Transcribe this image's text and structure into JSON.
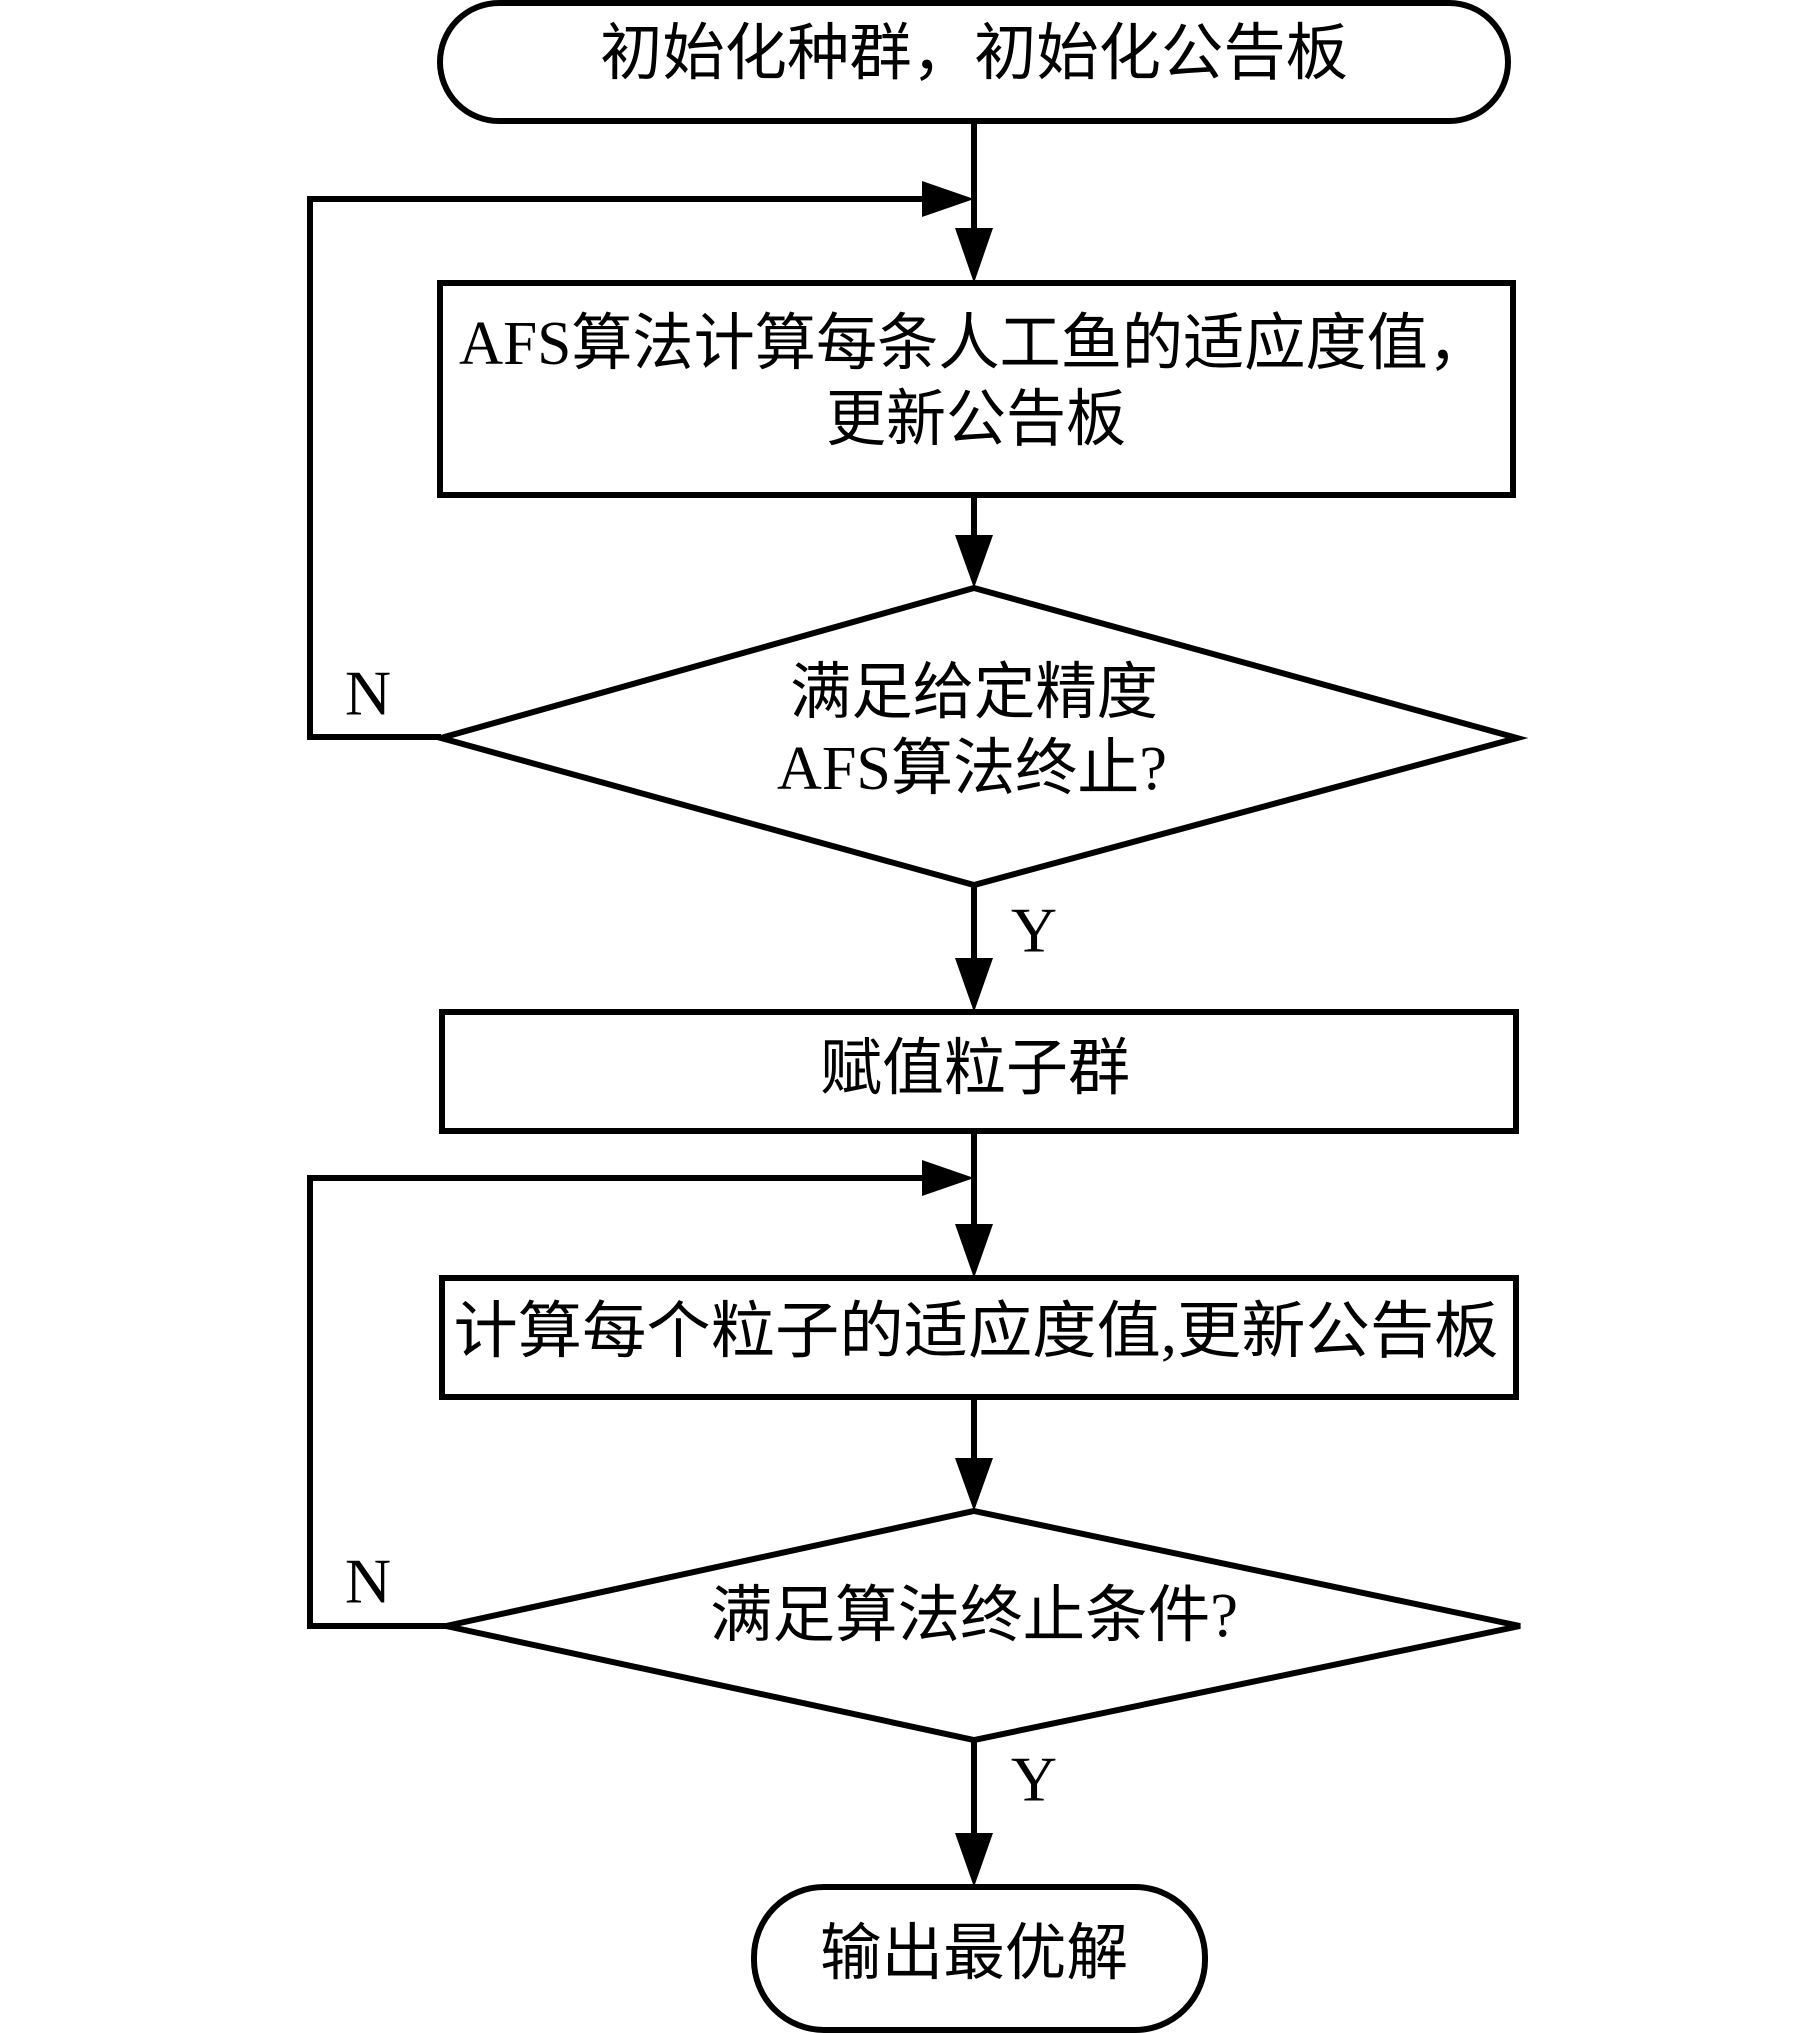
{
  "diagram": {
    "type": "flowchart",
    "colors": {
      "stroke": "#000000",
      "fill": "#ffffff",
      "text": "#000000"
    },
    "nodes": [
      {
        "id": "start",
        "shape": "terminal",
        "lines": [
          "初始化种群，初始化公告板"
        ]
      },
      {
        "id": "afs_compute",
        "shape": "process",
        "lines": [
          "AFS算法计算每条人工鱼的适应度值，",
          "更新公告板"
        ]
      },
      {
        "id": "afs_check",
        "shape": "decision",
        "lines": [
          "满足给定精度",
          "AFS算法终止?"
        ]
      },
      {
        "id": "assign_pso",
        "shape": "process",
        "lines": [
          "赋值粒子群"
        ]
      },
      {
        "id": "pso_compute",
        "shape": "process",
        "lines": [
          "计算每个粒子的适应度值,更新公告板"
        ]
      },
      {
        "id": "pso_check",
        "shape": "decision",
        "lines": [
          "满足算法终止条件?"
        ]
      },
      {
        "id": "end",
        "shape": "terminal",
        "lines": [
          "输出最优解"
        ]
      }
    ],
    "edges": [
      {
        "from": "start",
        "to": "afs_compute",
        "label": ""
      },
      {
        "from": "afs_compute",
        "to": "afs_check",
        "label": ""
      },
      {
        "from": "afs_check",
        "to": "afs_compute",
        "label": "N"
      },
      {
        "from": "afs_check",
        "to": "assign_pso",
        "label": "Y"
      },
      {
        "from": "assign_pso",
        "to": "pso_compute",
        "label": ""
      },
      {
        "from": "pso_compute",
        "to": "pso_check",
        "label": ""
      },
      {
        "from": "pso_check",
        "to": "pso_compute",
        "label": "N"
      },
      {
        "from": "pso_check",
        "to": "end",
        "label": "Y"
      }
    ],
    "branch_labels": {
      "no": "N",
      "yes": "Y"
    }
  }
}
